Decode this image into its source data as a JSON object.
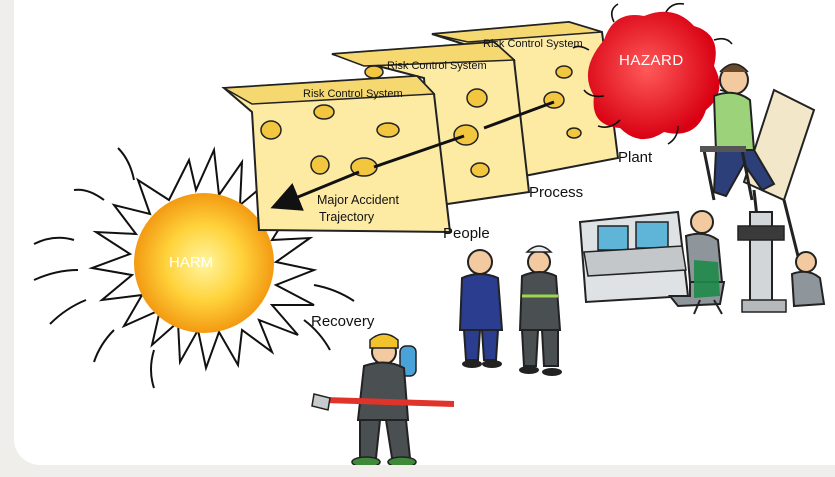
{
  "diagram": {
    "hazard": "HAZARD",
    "harm": "HARM",
    "slices": [
      {
        "label": "Risk Control System"
      },
      {
        "label": "Risk Control System"
      },
      {
        "label": "Risk Control System"
      }
    ],
    "trajectory_label_line1": "Major Accident",
    "trajectory_label_line2": "Trajectory",
    "categories": {
      "plant": "Plant",
      "process": "Process",
      "people": "People",
      "recovery": "Recovery"
    },
    "colors": {
      "cheese": "#fdeba4",
      "cheese_edge": "#222222",
      "hazard": "#e8101e",
      "harm_core": "#fff07a",
      "harm_edge": "#f39a12",
      "trajectory": "#111111"
    }
  }
}
